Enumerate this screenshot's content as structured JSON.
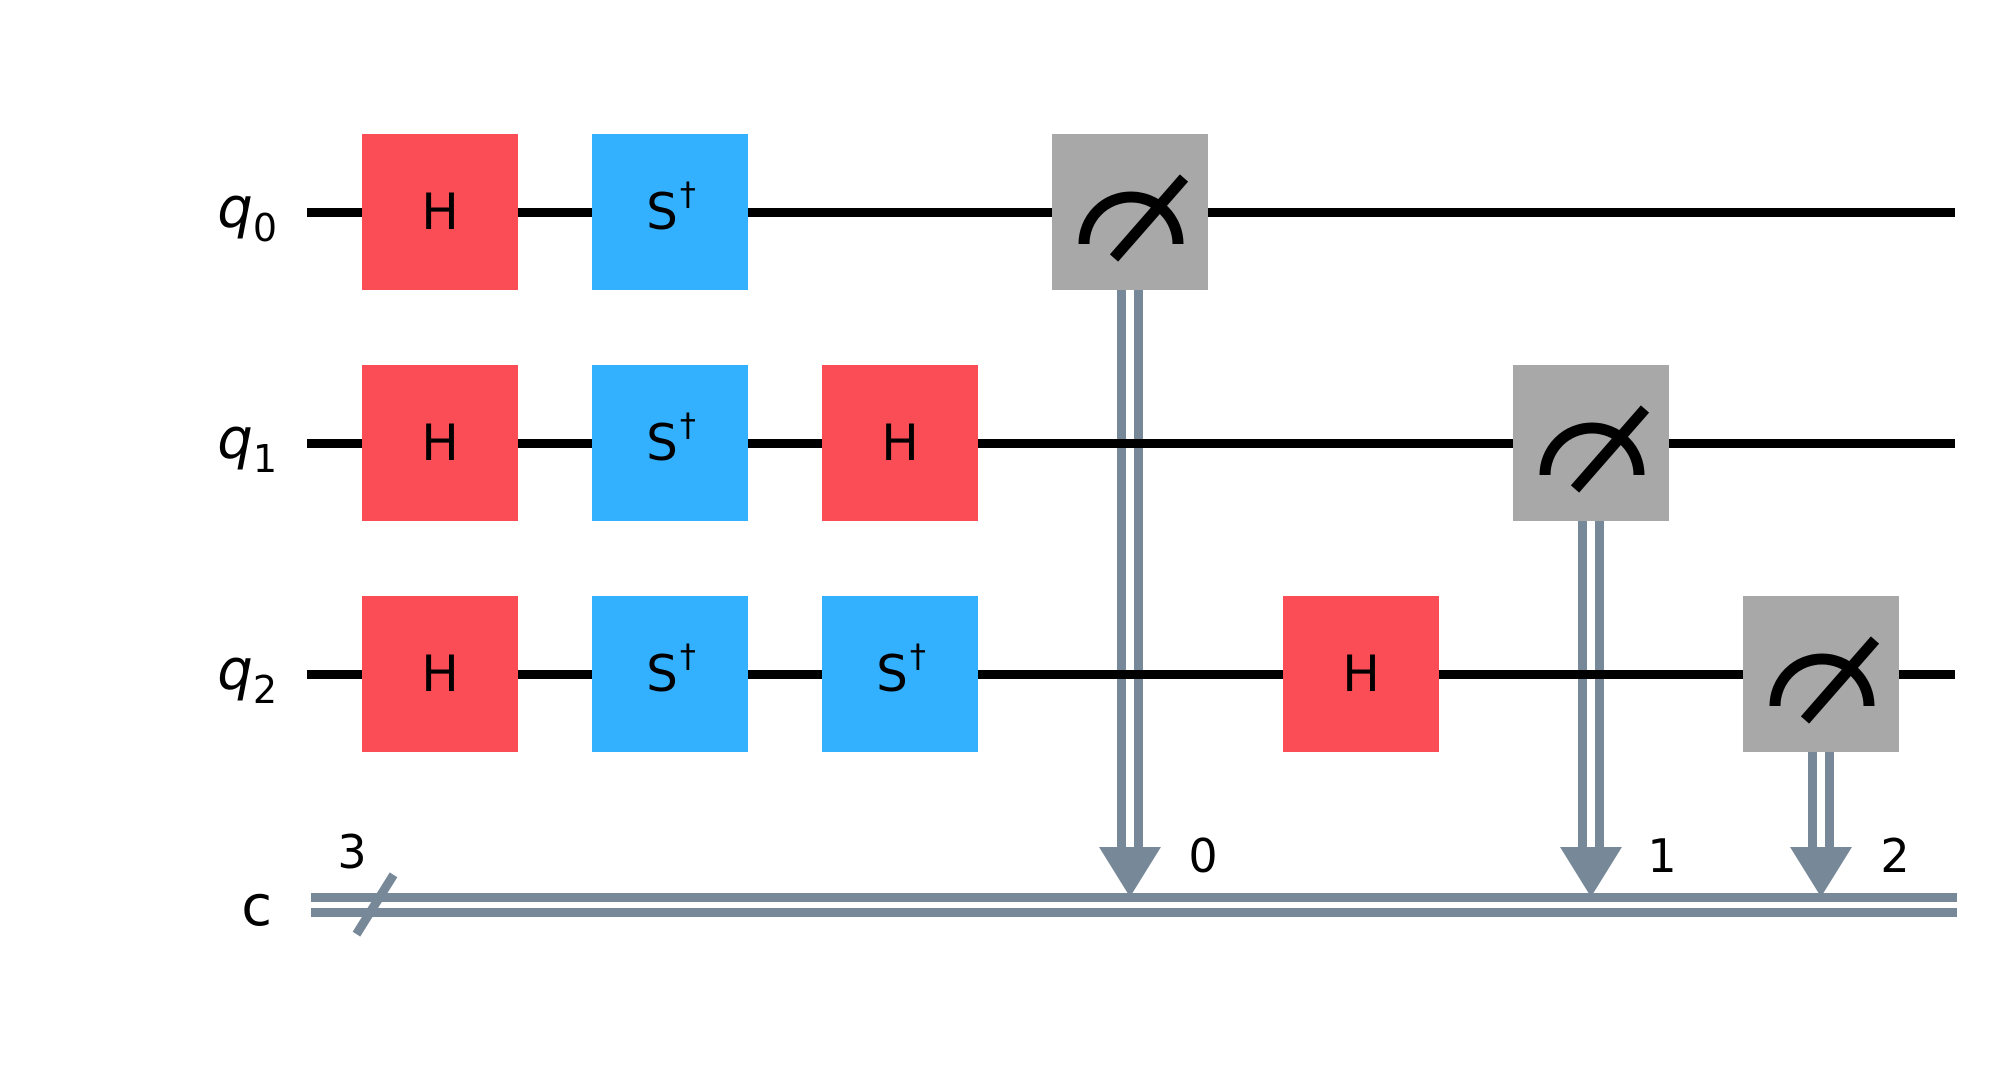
{
  "circuit": {
    "type": "quantum-circuit",
    "qubit_wires": [
      {
        "name": "q0",
        "label": "q",
        "subscript": "0"
      },
      {
        "name": "q1",
        "label": "q",
        "subscript": "1"
      },
      {
        "name": "q2",
        "label": "q",
        "subscript": "2"
      }
    ],
    "classical_wire": {
      "label": "c",
      "bit_width": "3"
    },
    "gates": [
      {
        "qubit": "q0",
        "column": 1,
        "name": "H",
        "sup": "",
        "type": "hadamard"
      },
      {
        "qubit": "q0",
        "column": 2,
        "name": "S",
        "sup": "†",
        "type": "s-dagger"
      },
      {
        "qubit": "q1",
        "column": 1,
        "name": "H",
        "sup": "",
        "type": "hadamard"
      },
      {
        "qubit": "q1",
        "column": 2,
        "name": "S",
        "sup": "†",
        "type": "s-dagger"
      },
      {
        "qubit": "q1",
        "column": 3,
        "name": "H",
        "sup": "",
        "type": "hadamard"
      },
      {
        "qubit": "q2",
        "column": 1,
        "name": "H",
        "sup": "",
        "type": "hadamard"
      },
      {
        "qubit": "q2",
        "column": 2,
        "name": "S",
        "sup": "†",
        "type": "s-dagger"
      },
      {
        "qubit": "q2",
        "column": 3,
        "name": "S",
        "sup": "†",
        "type": "s-dagger"
      },
      {
        "qubit": "q2",
        "column": 5,
        "name": "H",
        "sup": "",
        "type": "hadamard"
      }
    ],
    "measurements": [
      {
        "qubit": "q0",
        "column": 4,
        "clbit": "0"
      },
      {
        "qubit": "q1",
        "column": 6,
        "clbit": "1"
      },
      {
        "qubit": "q2",
        "column": 7,
        "clbit": "2"
      }
    ],
    "colors": {
      "hadamard": "#FA4D56",
      "s_dagger": "#33B1FF",
      "measure": "#A8A8A8",
      "quantum_wire": "#000000",
      "classical_wire": "#778899",
      "background": "#FFFFFF"
    }
  }
}
